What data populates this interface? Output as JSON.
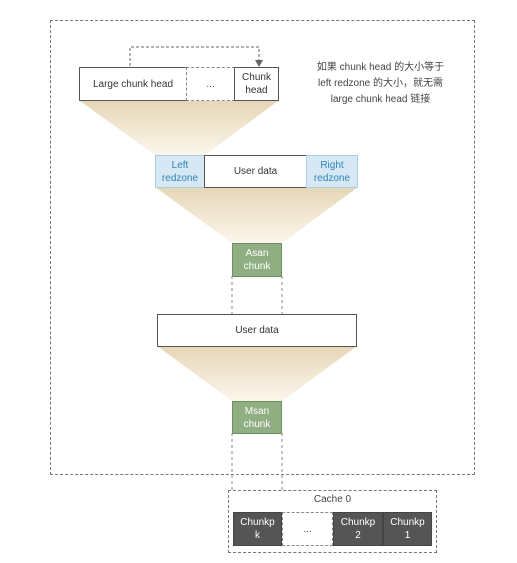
{
  "colors": {
    "funnel_top": "#e6d6b6",
    "funnel_bottom": "#fbf6ec",
    "blue_fill": "#d6e8f3",
    "blue_text": "#2f85b8",
    "green_fill": "#8fae82",
    "dark_fill": "#555555"
  },
  "note": {
    "line1": "如果 chunk head 的大小等于",
    "line2": "left redzone 的大小，就无需",
    "line3": "large chunk head 链接"
  },
  "top_row": {
    "large_chunk_head": "Large chunk head",
    "ellipsis": "...",
    "chunk_head": "Chunk\nhead"
  },
  "redzone_row": {
    "left_redzone": "Left\nredzone",
    "user_data": "User data",
    "right_redzone": "Right\nredzone"
  },
  "asan_chunk": "Asan\nchunk",
  "user_data_2": "User data",
  "msan_chunk": "Msan\nchunk",
  "cache": {
    "title": "Cache 0",
    "items": [
      "Chunkp\nk",
      "...",
      "Chunkp\n2",
      "Chunkp\n1"
    ]
  }
}
